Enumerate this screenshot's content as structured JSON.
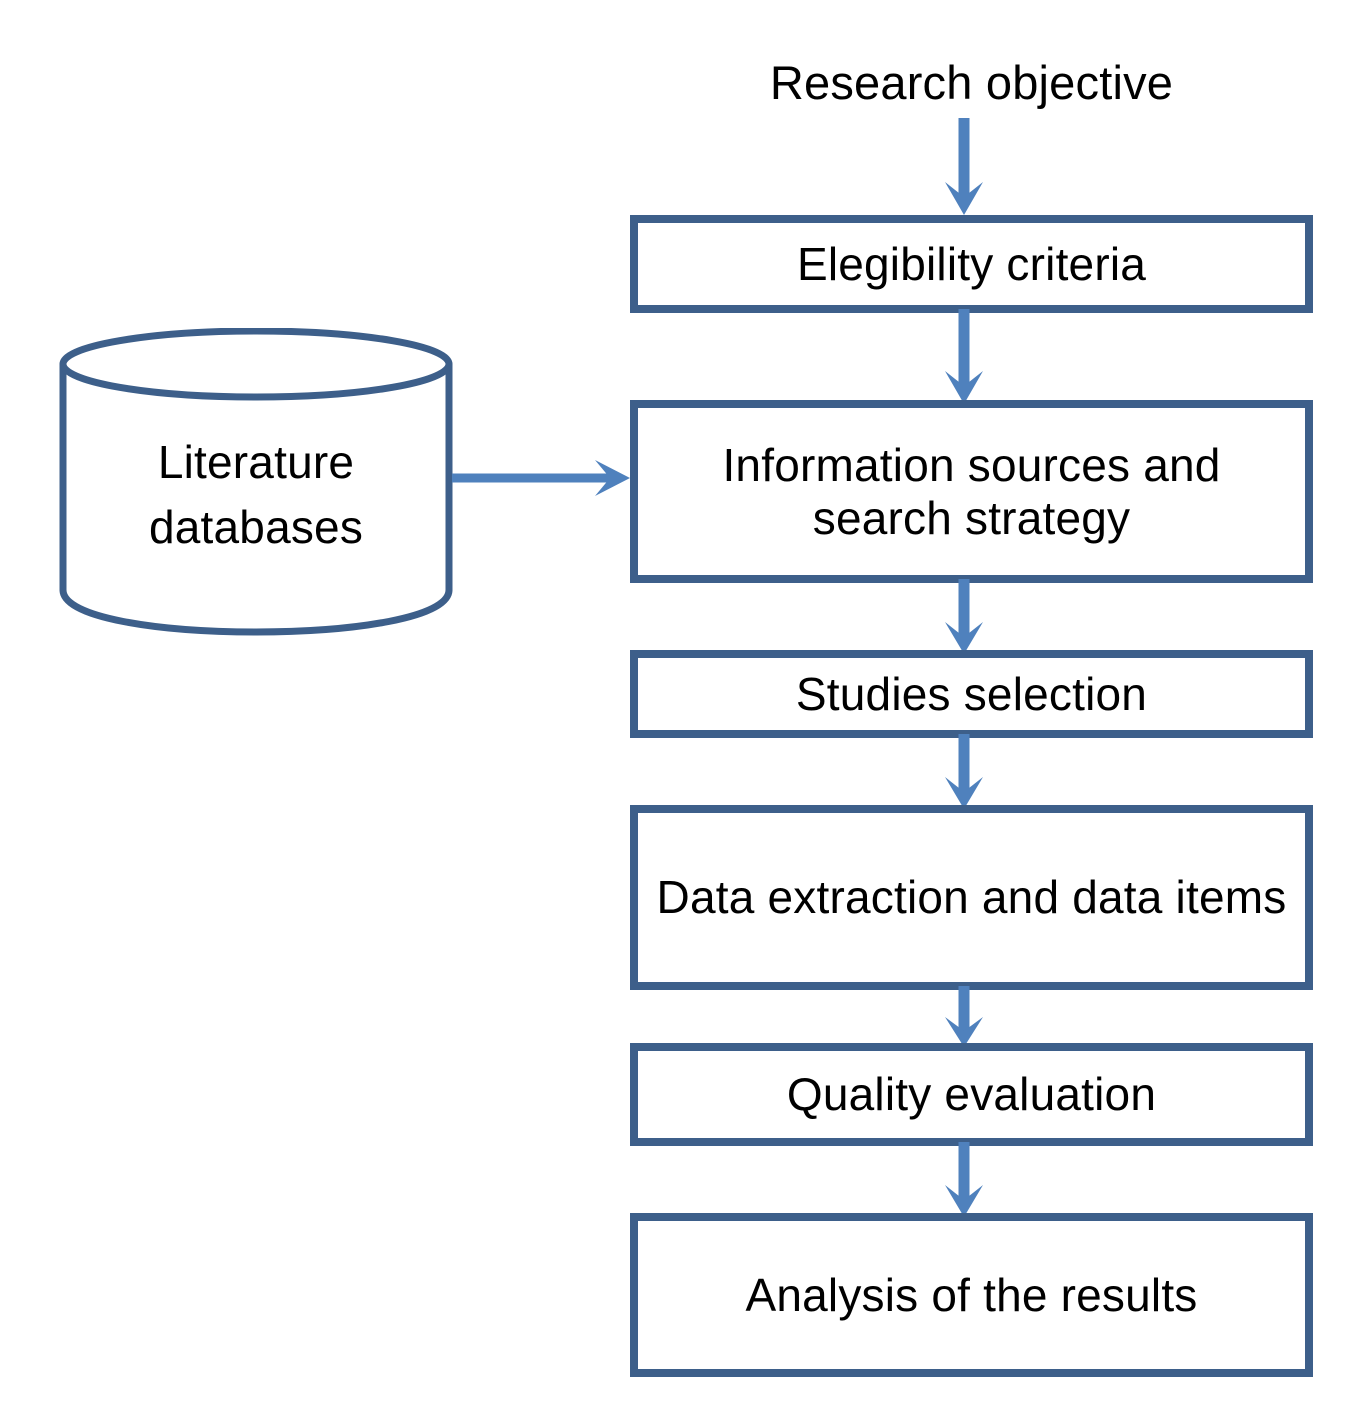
{
  "diagram": {
    "type": "flowchart",
    "orientation": "vertical",
    "background_color": "#ffffff",
    "box_border_color": "#3d5f8a",
    "arrow_color": "#4f81bd",
    "text_color": "#000000",
    "start_node": {
      "id": "research-objective",
      "label": "Research objective",
      "shape": "text"
    },
    "source_node": {
      "id": "literature-databases",
      "shape": "cylinder",
      "label_line1": "Literature",
      "label_line2": "databases"
    },
    "steps": [
      {
        "id": "eligibility-criteria",
        "label": "Elegibility  criteria",
        "shape": "rectangle"
      },
      {
        "id": "information-sources",
        "label": "Information sources and search strategy",
        "shape": "rectangle"
      },
      {
        "id": "studies-selection",
        "label": "Studies  selection",
        "shape": "rectangle"
      },
      {
        "id": "data-extraction",
        "label": "Data extraction and data items",
        "shape": "rectangle"
      },
      {
        "id": "quality-evaluation",
        "label": "Quality evaluation",
        "shape": "rectangle"
      },
      {
        "id": "analysis-of-results",
        "label": "Analysis of the results",
        "shape": "rectangle"
      }
    ],
    "connectors": [
      {
        "id": "arrow-objective-to-eligibility",
        "from": "research-objective",
        "to": "eligibility-criteria",
        "direction": "down"
      },
      {
        "id": "arrow-eligibility-to-information",
        "from": "eligibility-criteria",
        "to": "information-sources",
        "direction": "down"
      },
      {
        "id": "arrow-databases-to-information",
        "from": "literature-databases",
        "to": "information-sources",
        "direction": "right"
      },
      {
        "id": "arrow-information-to-studies",
        "from": "information-sources",
        "to": "studies-selection",
        "direction": "down"
      },
      {
        "id": "arrow-studies-to-extraction",
        "from": "studies-selection",
        "to": "data-extraction",
        "direction": "down"
      },
      {
        "id": "arrow-extraction-to-quality",
        "from": "data-extraction",
        "to": "quality-evaluation",
        "direction": "down"
      },
      {
        "id": "arrow-quality-to-analysis",
        "from": "quality-evaluation",
        "to": "analysis-of-results",
        "direction": "down"
      }
    ]
  }
}
